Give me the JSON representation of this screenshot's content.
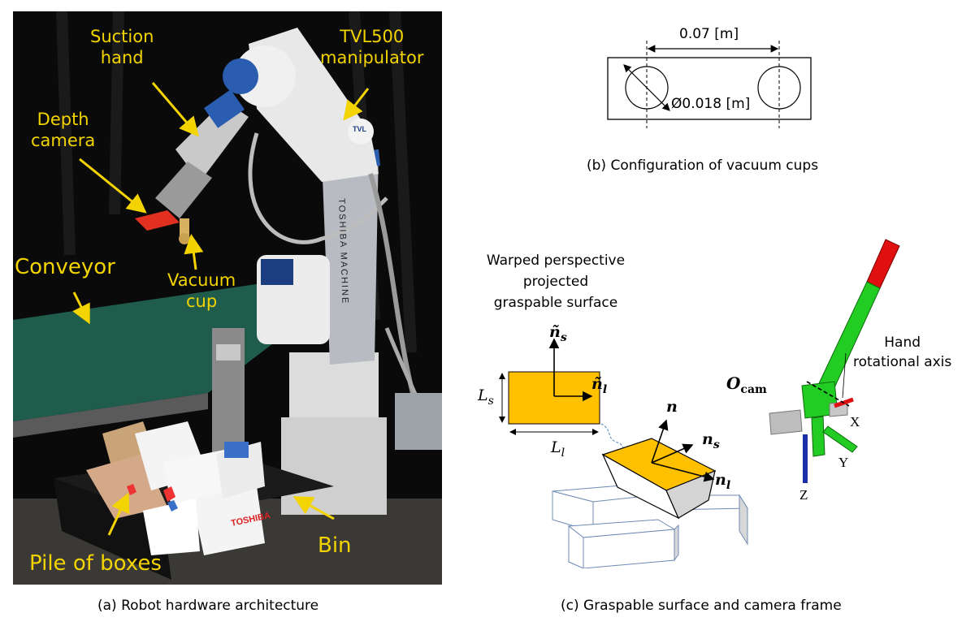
{
  "panel_a": {
    "caption": "(a) Robot hardware architecture",
    "labels": {
      "suction_hand": [
        "Suction",
        "hand"
      ],
      "manipulator": [
        "TVL500",
        "manipulator"
      ],
      "depth_camera": [
        "Depth",
        "camera"
      ],
      "conveyor": "Conveyor",
      "vacuum_cup": [
        "Vacuum",
        "cup"
      ],
      "pile_of_boxes": "Pile of boxes",
      "bin": "Bin"
    },
    "branding": {
      "arm_text": "TOSHIBA MACHINE",
      "box_text": "TOSHIBA",
      "robot_badge": "TVL"
    },
    "colors": {
      "label": "#f3d400",
      "conveyor_belt": "#1f5c4c",
      "robot_blue": "#2a5db0"
    }
  },
  "panel_b": {
    "caption": "(b) Configuration of vacuum cups",
    "distance_label": "0.07 [m]",
    "diameter_label": "Ø0.018 [m]"
  },
  "panel_c": {
    "caption": "(c) Graspable surface and camera frame",
    "title_lines": [
      "Warped perspective",
      "projected",
      "graspable surface"
    ],
    "symbols": {
      "n_s_tilde": "ñ",
      "n_s_sub": "s",
      "n_l_tilde": "ñ",
      "n_l_sub": "l",
      "L_s": "L",
      "L_s_sub": "s",
      "L_l": "L",
      "L_l_sub": "l",
      "n": "n",
      "n_s": "n",
      "n_s2_sub": "s",
      "n_l": "n",
      "n_l2_sub": "l",
      "o_cam": "O",
      "o_cam_sub": "cam"
    },
    "hand_axis_lines": [
      "Hand",
      "rotational axis"
    ],
    "axes": {
      "x": "X",
      "y": "Y",
      "z": "Z"
    },
    "colors": {
      "surface": "#ffc000",
      "hand_green": "#22cc22",
      "tip_red": "#e01010",
      "z_blue": "#1a2fa8"
    }
  }
}
